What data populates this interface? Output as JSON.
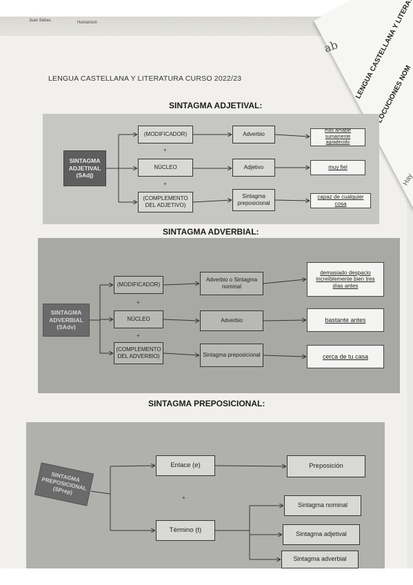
{
  "desk": {
    "note_left": "Juan Sebas",
    "note_right": "Humanism"
  },
  "side_sheet": {
    "title1": "LENGUA CASTELLANA Y LITERAT",
    "title2": "LOCUCIONES NOM",
    "mark": "Hay",
    "handwriting": "ab"
  },
  "header": {
    "text": "LENGUA CASTELLANA Y LITERATURA   CURSO 2022/23"
  },
  "adjetival": {
    "title": "SINTAGMA ADJETIVAL:",
    "main": "SINTAGMA ADJETIVAL (SAdj)",
    "mod": "(MODIFICADOR)",
    "nucleo": "NÚCLEO",
    "comp": "(COMPLEMENTO DEL ADJETIVO)",
    "adverbio": "Adverbio",
    "adjetivo": "Adjetivo",
    "sprep": "Sintagma preposicional",
    "ex1": "más amable sumamente agradecido",
    "ex2": "muy fiel",
    "ex3": "capaz de cualquier cosa",
    "plus": "+"
  },
  "adverbial": {
    "title": "SINTAGMA ADVERBIAL:",
    "main": "SINTAGMA ADVERBIAL (SAdv)",
    "mod": "(MODIFICADOR)",
    "nucleo": "NÚCLEO",
    "comp": "(COMPLEMENTO DEL ADVERBIO)",
    "adv_sn": "Adverbio o Sintagma nominal",
    "adverbio": "Adverbio",
    "sprep": "Sintagma preposicional",
    "ex1": "demasiado despacio increíblemente bien tres días antes",
    "ex2": "bastante antes",
    "ex3": "cerca de tu casa",
    "plus": "+"
  },
  "preposicional": {
    "title": "SINTAGMA PREPOSICIONAL:",
    "main": "SINTAGMA PREPOSICIONAL (SPrep)",
    "enlace": "Enlace (e)",
    "termino": "Término (t)",
    "preposicion": "Preposición",
    "sn": "Sintagma nominal",
    "sadj": "Sintagma adjetival",
    "sadv": "Sintagma adverbial",
    "plus": "+"
  }
}
